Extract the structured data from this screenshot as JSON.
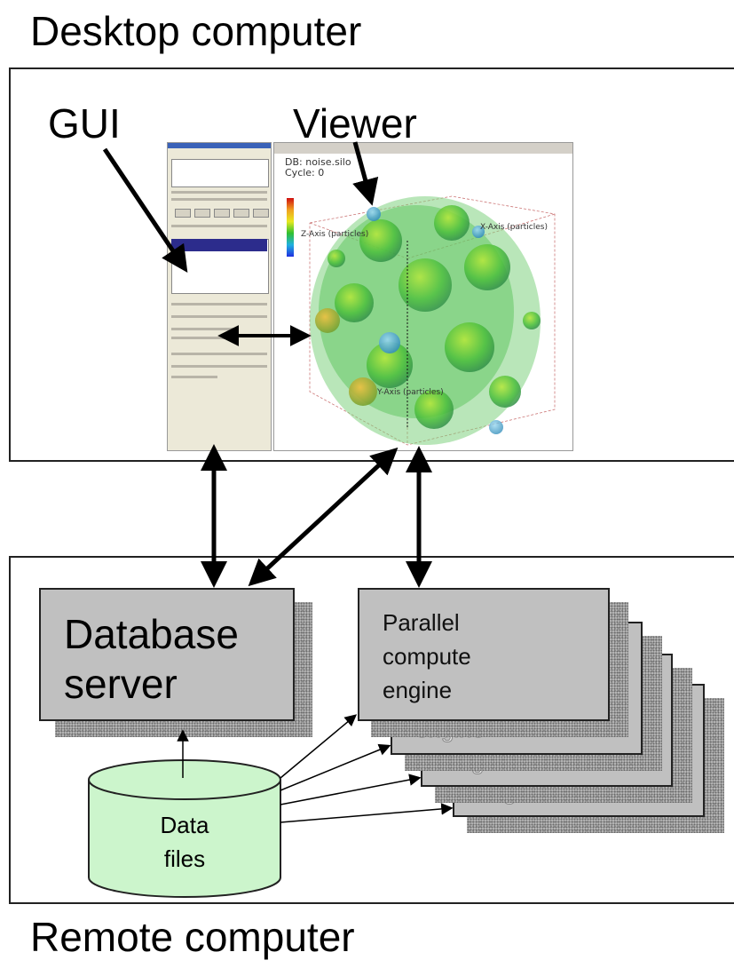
{
  "labels": {
    "desktop": "Desktop computer",
    "remote": "Remote computer",
    "gui": "GUI",
    "viewer": "Viewer"
  },
  "screenshot": {
    "db_line1": "DB: noise.silo",
    "db_line2": "Cycle: 0",
    "x_axis": "X-Axis (particles)",
    "y_axis": "Y-Axis (particles)",
    "z_axis": "Z-Axis (particles)"
  },
  "boxes": {
    "database_server": [
      "Database",
      "server"
    ],
    "engine_front": [
      "Parallel",
      "compute",
      "engine"
    ],
    "engine_ghost": "engine",
    "data_files": [
      "Data",
      "files"
    ]
  },
  "colors": {
    "box_fill": "#c0c0c0",
    "cylinder_fill": "#ccf5cc",
    "frame": "#222222"
  }
}
